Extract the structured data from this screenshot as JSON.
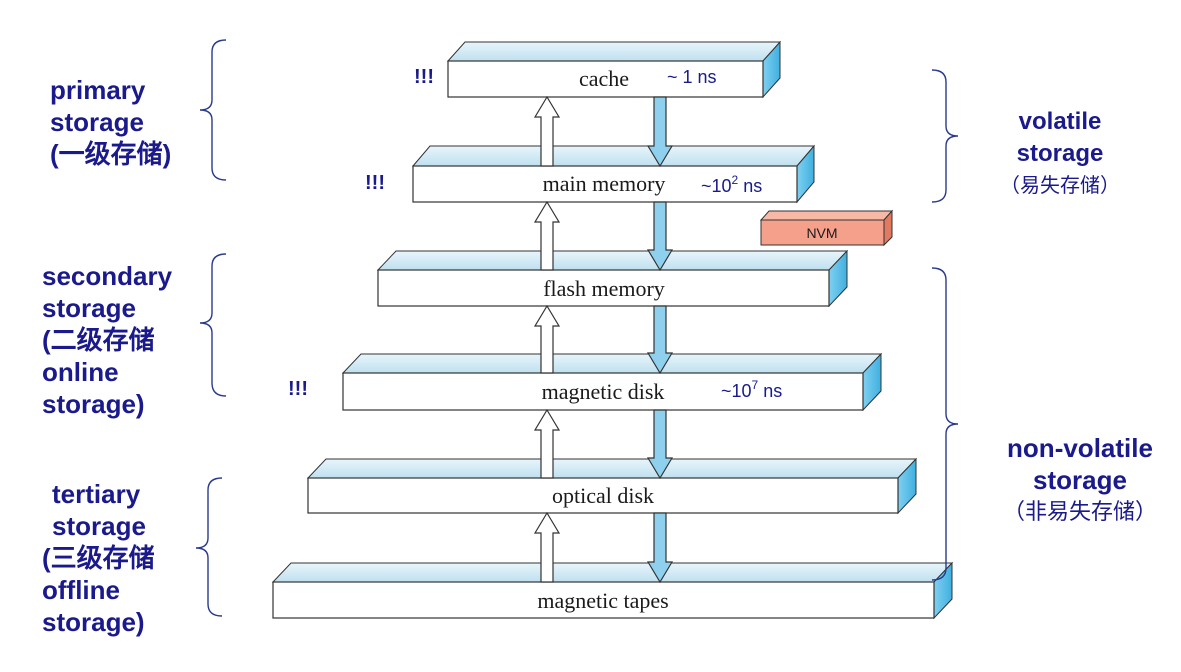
{
  "levels": [
    {
      "name": "cache",
      "time": "~ 1 ns",
      "time_sup": "",
      "time_unit": "",
      "mark": "!!!"
    },
    {
      "name": "main memory",
      "time": "~10",
      "time_sup": "2",
      "time_unit": " ns",
      "mark": "!!!"
    },
    {
      "name": "flash memory",
      "time": "",
      "time_sup": "",
      "time_unit": "",
      "mark": ""
    },
    {
      "name": "magnetic disk",
      "time": "~10",
      "time_sup": "7",
      "time_unit": " ns",
      "mark": "!!!"
    },
    {
      "name": "optical disk",
      "time": "",
      "time_sup": "",
      "time_unit": "",
      "mark": ""
    },
    {
      "name": "magnetic tapes",
      "time": "",
      "time_sup": "",
      "time_unit": "",
      "mark": ""
    }
  ],
  "nvm_label": "NVM",
  "left_groups": {
    "primary": [
      "primary",
      "storage",
      "(一级存储)"
    ],
    "secondary": [
      "secondary",
      "storage",
      "(二级存储",
      "online",
      "storage)"
    ],
    "tertiary": [
      "tertiary",
      "storage",
      "(三级存储",
      "offline",
      "storage)"
    ]
  },
  "right_groups": {
    "volatile": [
      "volatile",
      "storage",
      "（易失存储）"
    ],
    "nonvolatile": [
      "non-volatile",
      "storage",
      "（非易失存储）"
    ]
  },
  "colors": {
    "label": "#1a1a8c",
    "box_top": "#cfe8f3",
    "box_side": "#5cc0e8",
    "arrow_down": "#8ed0ee",
    "nvm_fill": "#f4a08a"
  }
}
